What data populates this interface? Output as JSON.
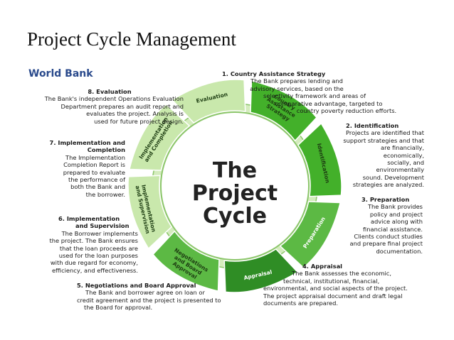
{
  "slide_title": "Project Cycle Management",
  "brand": "World Bank",
  "center_lines": [
    "The",
    "Project",
    "Cycle"
  ],
  "colors": {
    "center_fill": "#ffffff",
    "ring_fill": "#d4ecbd",
    "ring_stroke": "#8cc66b",
    "stage_light": "#c9e8ac",
    "stage_bright": "#43b02a",
    "stage_mid": "#5cb944",
    "stage_dark": "#2f8d25",
    "label_dark": "#1d3d12",
    "label_light": "#ffffff"
  },
  "stages": [
    {
      "number": 1,
      "segment_lines": [
        "Country",
        "Assistance",
        "Strategy"
      ],
      "heading": "1. Country Assistance Strategy",
      "description_lines": [
        "The Bank prepares lending and",
        "advisory services, based on the",
        "selectivity framework and areas of",
        "comparative advantage, targeted to",
        "country poverty reduction efforts."
      ]
    },
    {
      "number": 2,
      "segment_lines": [
        "Identification"
      ],
      "heading": "2. Identification",
      "description_lines": [
        "Projects are identified that",
        "support strategies and that",
        "are financially, economically,",
        "socially, and environmentally",
        "sound. Development",
        "strategies are analyzed."
      ]
    },
    {
      "number": 3,
      "segment_lines": [
        "Preparation"
      ],
      "heading": "3. Preparation",
      "description_lines": [
        "The Bank provides",
        "policy and project",
        "advice along with",
        "financial assistance.",
        "Clients conduct studies",
        "and prepare final project",
        "documentation."
      ]
    },
    {
      "number": 4,
      "segment_lines": [
        "Appraisal"
      ],
      "heading": "4. Appraisal",
      "description_lines": [
        "The Bank assesses the economic,",
        "technical, institutional, financial,",
        "environmental, and social aspects of the project.",
        "The project appraisal document and draft legal",
        "documents are prepared."
      ]
    },
    {
      "number": 5,
      "segment_lines": [
        "Negotiations",
        "and Board",
        "Approval"
      ],
      "heading": "5. Negotiations and Board Approval",
      "description_lines": [
        "The Bank and borrower agree on loan or",
        "credit agreement and the project is presented to",
        "the Board for approval."
      ]
    },
    {
      "number": 6,
      "segment_lines": [
        "Implementation",
        "and Supervision"
      ],
      "heading": "6. Implementation",
      "heading_line2": "and Supervision",
      "description_lines": [
        "The Borrower implements",
        "the project. The Bank ensures",
        "that the loan proceeds are",
        "used for the loan purposes",
        "with due regard for economy,",
        "efficiency, and effectiveness."
      ]
    },
    {
      "number": 7,
      "segment_lines": [
        "Implementation",
        "and Completion"
      ],
      "heading": "7. Implementation and",
      "heading_line2": "Completion",
      "description_lines": [
        "The Implementation",
        "Completion Report is",
        "prepared to evaluate",
        "the performance of",
        "both the Bank and",
        "the borrower."
      ]
    },
    {
      "number": 8,
      "segment_lines": [
        "Evaluation"
      ],
      "heading": "8. Evaluation",
      "description_lines": [
        "The Bank's independent Operations Evaluation",
        "Department prepares an audit report and",
        "evaluates the project. Analysis is",
        "used for future project design."
      ]
    }
  ]
}
